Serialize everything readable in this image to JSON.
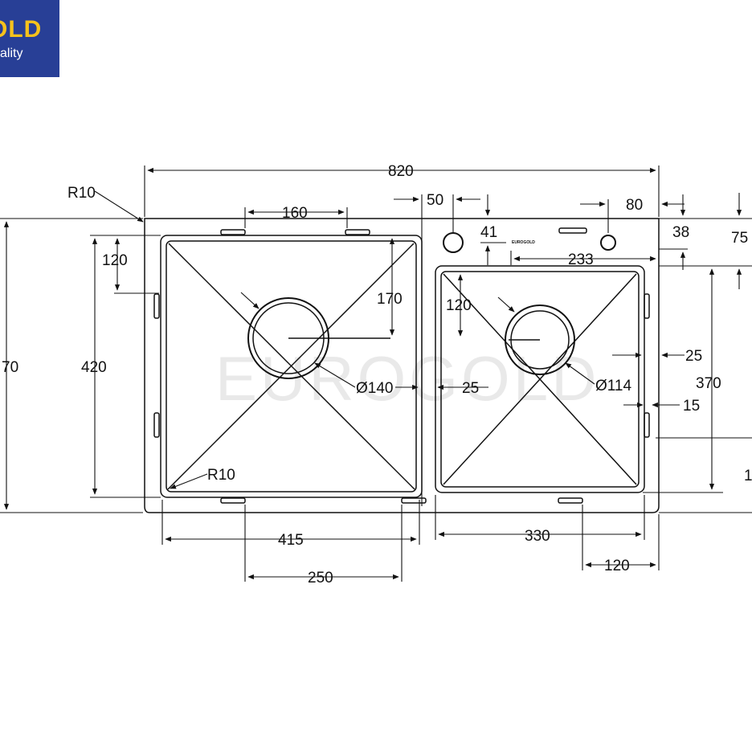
{
  "brand": {
    "logo_text": "OLD",
    "tagline": "ality",
    "colors": {
      "badge": "#283f96",
      "logo_text": "#f6c21c",
      "tagline": "#ffffff"
    }
  },
  "watermark": "EUROGOLD",
  "deck_mark": "EUROGOLD",
  "dimensions": {
    "overall_width": "820",
    "corner_radius_outer": "R10",
    "overall_height_partial": "70",
    "faucet_offset": "50",
    "tap_hole_offset": "80",
    "edge_38": "38",
    "edge_41": "41",
    "edge_75": "75",
    "span_233": "233",
    "left_clip_spacing_top": "160",
    "left_bowl_height": "420",
    "left_offset_120": "120",
    "left_drain_offset_170": "170",
    "left_drain_diameter": "Ø140",
    "divider_25": "25",
    "left_corner_radius": "R10",
    "left_bowl_width": "415",
    "left_clip_spacing_bottom": "250",
    "right_offset_120": "120",
    "right_drain_diameter": "Ø114",
    "right_edge_25": "25",
    "right_edge_15": "15",
    "right_bowl_height": "370",
    "right_partial_1": "1",
    "right_bowl_width": "330",
    "right_bottom_120": "120"
  }
}
